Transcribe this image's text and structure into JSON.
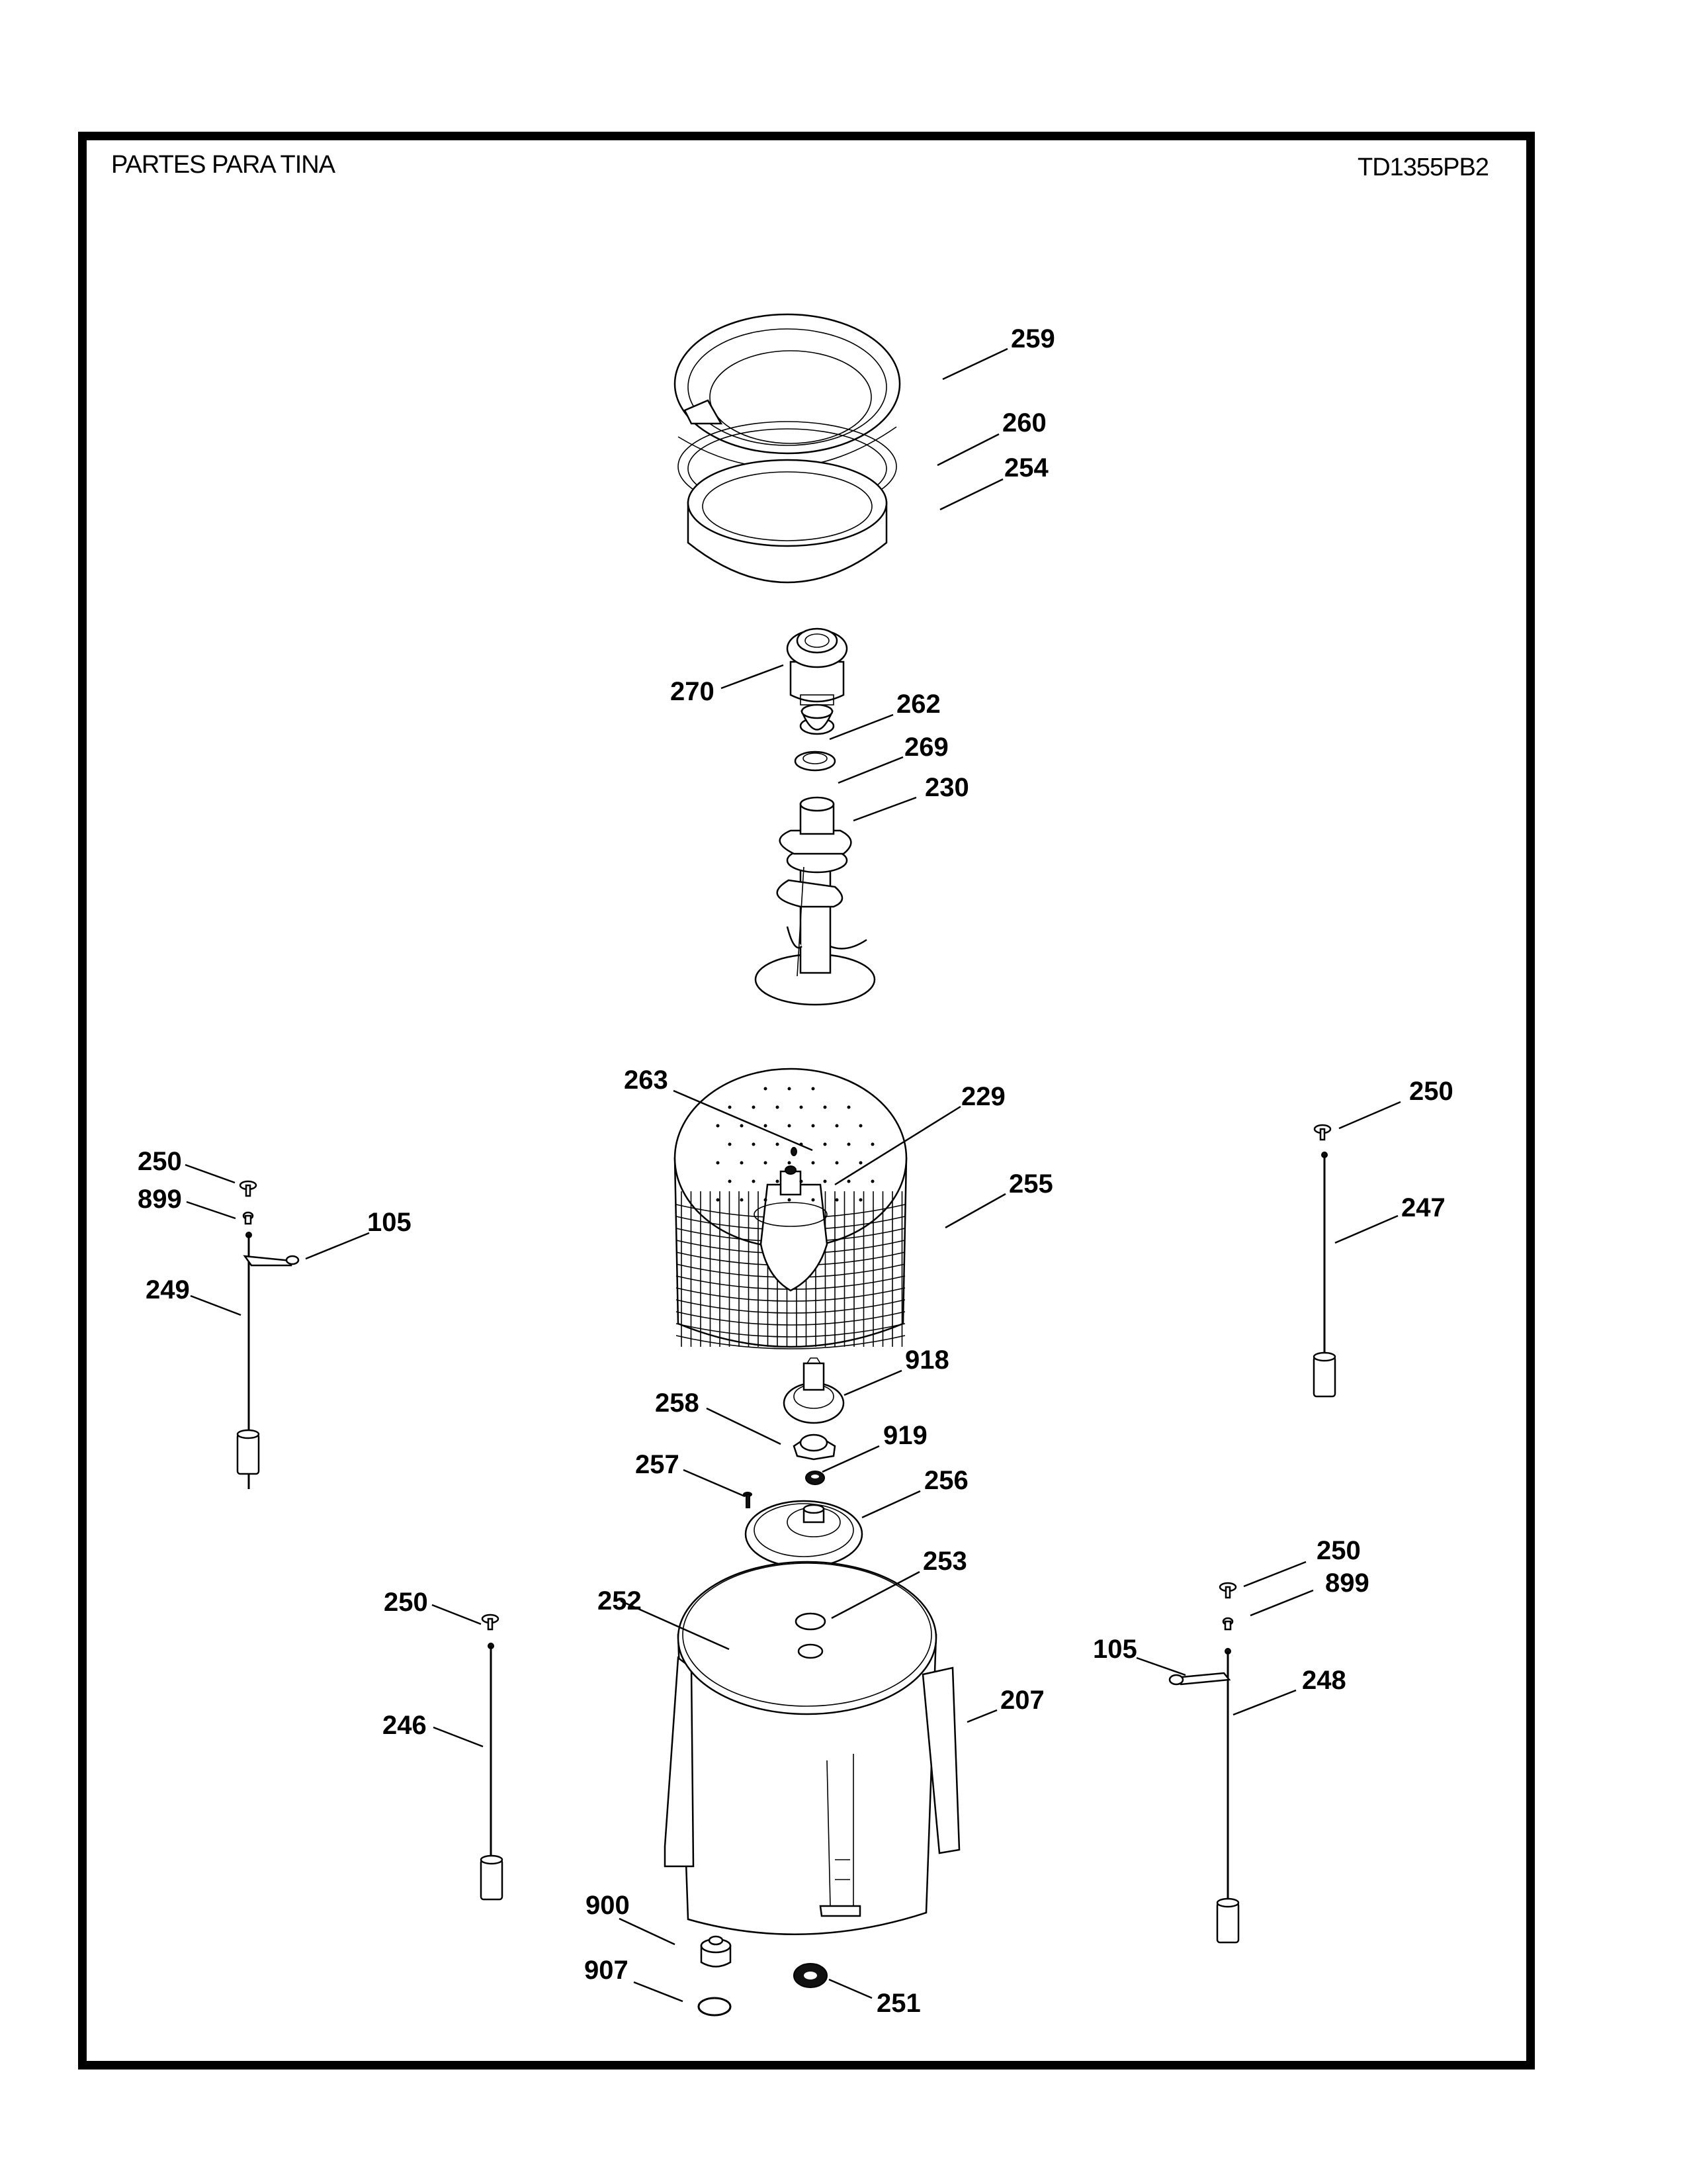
{
  "header": {
    "title": "PARTES PARA TINA",
    "model": "TD1355PB2"
  },
  "callouts": [
    {
      "id": "c259",
      "label": "259",
      "part": "tub-ring"
    },
    {
      "id": "c260",
      "label": "260",
      "part": "tub-ring-seal"
    },
    {
      "id": "c254",
      "label": "254",
      "part": "balance-ring"
    },
    {
      "id": "c270",
      "label": "270",
      "part": "agitator-cap"
    },
    {
      "id": "c262",
      "label": "262",
      "part": "agitator-bolt"
    },
    {
      "id": "c269",
      "label": "269",
      "part": "agitator-coupling"
    },
    {
      "id": "c230",
      "label": "230",
      "part": "agitator"
    },
    {
      "id": "c263",
      "label": "263",
      "part": "basket-plug"
    },
    {
      "id": "c229",
      "label": "229",
      "part": "basket-hub"
    },
    {
      "id": "c255",
      "label": "255",
      "part": "wash-basket"
    },
    {
      "id": "c918",
      "label": "918",
      "part": "hub-flange"
    },
    {
      "id": "c258",
      "label": "258",
      "part": "spanner-nut"
    },
    {
      "id": "c919",
      "label": "919",
      "part": "lock-washer"
    },
    {
      "id": "c257",
      "label": "257",
      "part": "screw"
    },
    {
      "id": "c256",
      "label": "256",
      "part": "tub-cover-plate"
    },
    {
      "id": "c253",
      "label": "253",
      "part": "tub-seal"
    },
    {
      "id": "c252",
      "label": "252",
      "part": "o-ring"
    },
    {
      "id": "c207",
      "label": "207",
      "part": "outer-tub"
    },
    {
      "id": "c900",
      "label": "900",
      "part": "drain-plug"
    },
    {
      "id": "c907",
      "label": "907",
      "part": "drain-o-ring"
    },
    {
      "id": "c251",
      "label": "251",
      "part": "bearing-seal"
    },
    {
      "id": "c250a",
      "label": "250",
      "part": "suspension-cap"
    },
    {
      "id": "c899a",
      "label": "899",
      "part": "suspension-bushing"
    },
    {
      "id": "c105a",
      "label": "105",
      "part": "suspension-arm"
    },
    {
      "id": "c249",
      "label": "249",
      "part": "suspension-rod"
    },
    {
      "id": "c250b",
      "label": "250",
      "part": "suspension-cap"
    },
    {
      "id": "c247",
      "label": "247",
      "part": "suspension-rod"
    },
    {
      "id": "c250c",
      "label": "250",
      "part": "suspension-cap"
    },
    {
      "id": "c246",
      "label": "246",
      "part": "suspension-rod"
    },
    {
      "id": "c250d",
      "label": "250",
      "part": "suspension-cap"
    },
    {
      "id": "c899b",
      "label": "899",
      "part": "suspension-bushing"
    },
    {
      "id": "c105b",
      "label": "105",
      "part": "suspension-arm"
    },
    {
      "id": "c248",
      "label": "248",
      "part": "suspension-rod"
    }
  ]
}
